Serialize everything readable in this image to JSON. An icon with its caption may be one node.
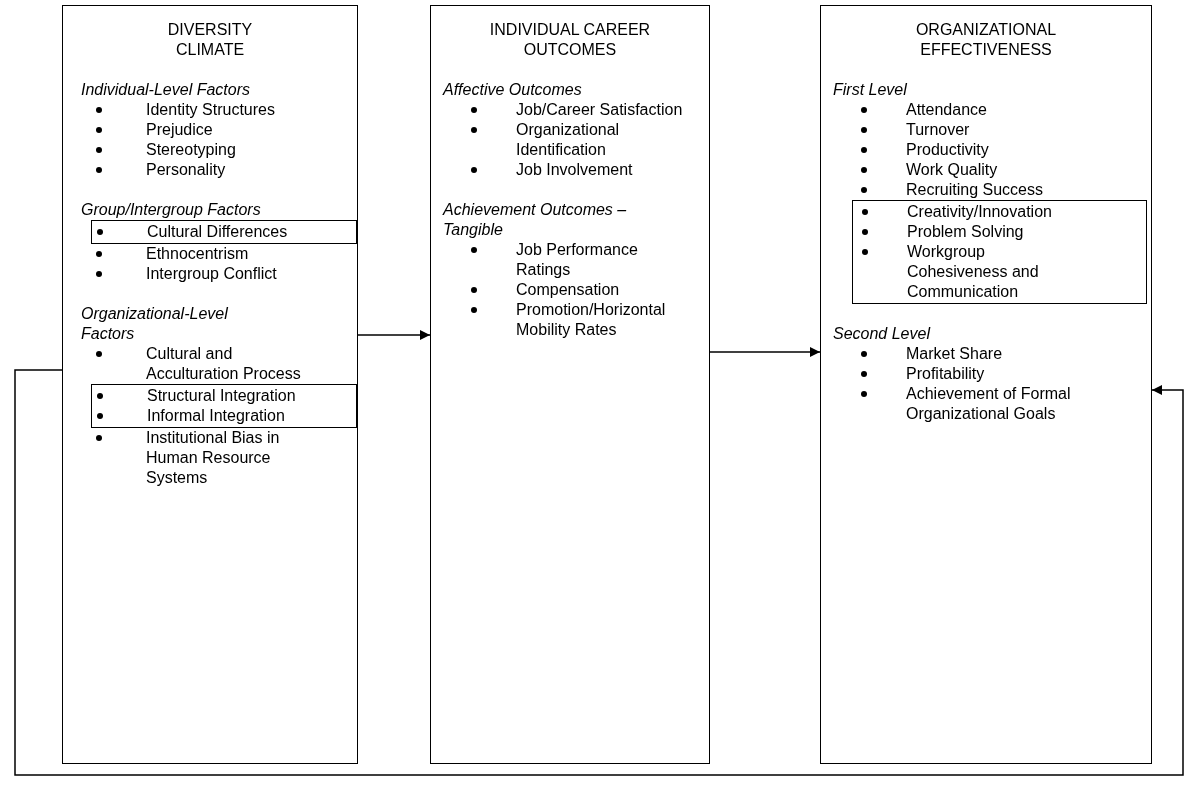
{
  "diagram": {
    "nodes": [
      {
        "text": [
          "DIVERSITY CLIMATE",
          "Individual-Level Factors",
          "Identity Structures",
          "Prejudice",
          "Stereotyping",
          "Personality",
          "Group/Intergroup Factors",
          "Ethnocentrism",
          "Intergroup Conflict",
          "Organizational-Level Factors",
          "Cultural and Acculturation Process",
          "Institutional Bias in Human Resource Systems"
        ]
      },
      {
        "text": [
          "Cultural Differences"
        ],
        "in": 0
      },
      {
        "text": [
          "Structural Integration",
          "Informal Integration"
        ],
        "in": 0
      },
      {
        "text": [
          "INDIVIDUAL CAREER OUTCOMES",
          "Affective Outcomes",
          "Job/Career Satisfaction",
          "Organizational Identification",
          "Job Involvement",
          "Achievement Outcomes – Tangible",
          "Job Performance Ratings",
          "Compensation",
          "Promotion/Horizontal Mobility Rates"
        ]
      },
      {
        "text": [
          "ORGANIZATIONAL EFFECTIVENESS",
          "First Level",
          "Attendance",
          "Turnover",
          "Productivity",
          "Work Quality",
          "Recruiting Success",
          "Second Level",
          "Market Share",
          "Profitability",
          "Achievement of Formal Organizational Goals"
        ]
      },
      {
        "text": [
          "Creativity/Innovation",
          "Problem Solving",
          "Workgroup Cohesiveness and Communication"
        ],
        "in": 4
      }
    ],
    "edges": [
      {
        "from": 0,
        "to": 3,
        "arrow": "to"
      },
      {
        "from": 3,
        "to": 4,
        "arrow": "to"
      },
      {
        "from": 0,
        "to": 4,
        "arrow": "to"
      }
    ]
  }
}
